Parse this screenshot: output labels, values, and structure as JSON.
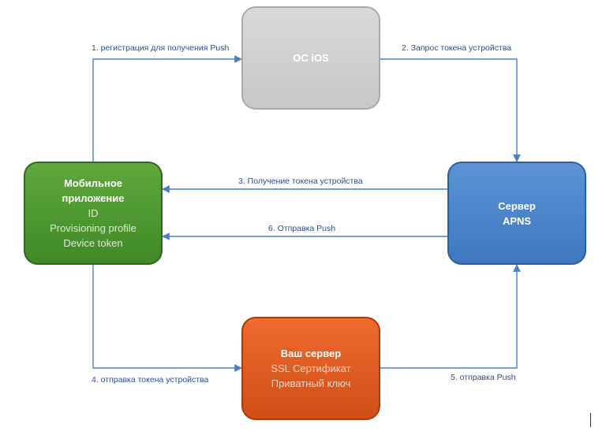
{
  "nodes": {
    "ios": {
      "title": "ОС iOS",
      "color": "#cccccc"
    },
    "app": {
      "title_line1": "Мобильное",
      "title_line2": "приложение",
      "lines": [
        "ID",
        "Provisioning profile",
        "Device token"
      ],
      "color": "#4e9a30"
    },
    "apns": {
      "title_line1": "Сервер",
      "title_line2": "APNS",
      "color": "#4a86cc"
    },
    "server": {
      "title": "Ваш сервер",
      "lines": [
        "SSL Сертификат",
        "Приватный ключ"
      ],
      "color": "#e05a20"
    }
  },
  "edges": [
    {
      "label": "1. регистрация для получения Push",
      "from": "app",
      "to": "ios"
    },
    {
      "label": "2. Запрос токена устройства",
      "from": "ios",
      "to": "apns"
    },
    {
      "label": "3. Получение токена устройства",
      "from": "apns",
      "to": "app"
    },
    {
      "label": "4. отправка токена устройства",
      "from": "app",
      "to": "server"
    },
    {
      "label": "5. отправка Push",
      "from": "server",
      "to": "apns"
    },
    {
      "label": "6. Отправка Push",
      "from": "apns",
      "to": "app"
    }
  ],
  "edge_color": "#4a7fc8"
}
